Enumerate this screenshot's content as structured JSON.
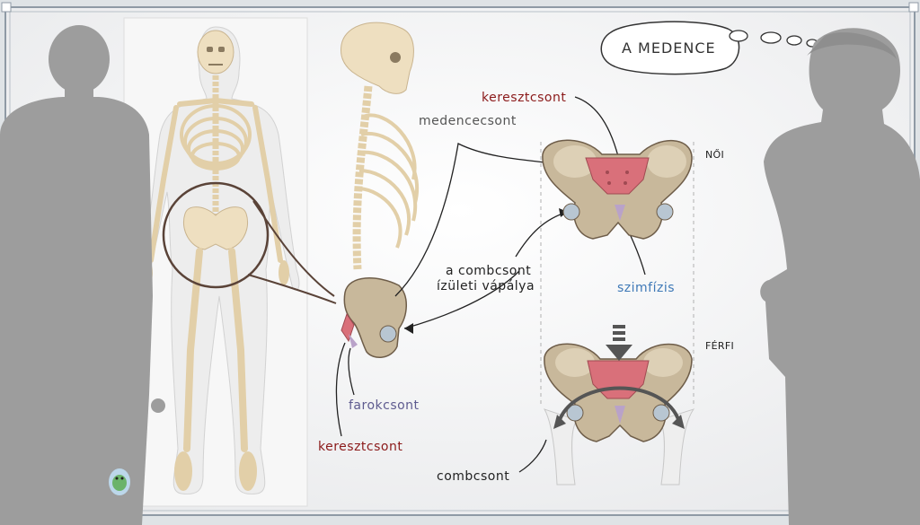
{
  "title": "A MEDENCE",
  "labels": {
    "keresztcsont_top": "keresztcsont",
    "medencecsont": "medencecsont",
    "noi": "NŐI",
    "combcsont_vapalya_line1": "a combcsont",
    "combcsont_vapalya_line2": "ízületi vápálya",
    "szimfizis": "szimfízis",
    "ferfi": "FÉRFI",
    "farokcsont": "farokcsont",
    "keresztcsont_bottom": "keresztcsont",
    "combcsont": "combcsont"
  },
  "colors": {
    "bone": "#eedfc0",
    "bone_outline": "#c9b48f",
    "pelvis_fill": "#c8b89b",
    "pelvis_outline": "#6e5d49",
    "sacrum": "#d9707a",
    "coccyx": "#b9a2c9",
    "silhouette": "#9d9d9d",
    "frame": "#8f9aa5",
    "label_red": "#8b1a1a",
    "label_blue": "#3f79b7",
    "label_purple": "#5e5b8f"
  },
  "icons": [
    "thought-bubble-icon",
    "mascot-icon",
    "down-arrow-icon"
  ]
}
